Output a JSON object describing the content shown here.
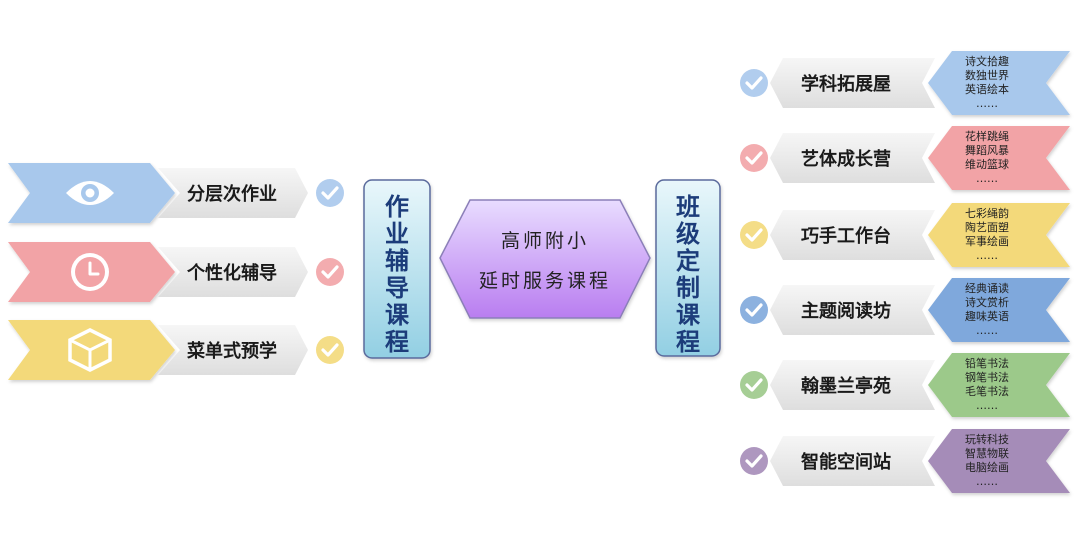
{
  "center": {
    "line1": "高师附小",
    "line2": "延时服务课程",
    "fill_top": "#e8dcff",
    "fill_bottom": "#b97df0"
  },
  "left_header": {
    "label": "作业辅导课程"
  },
  "right_header": {
    "label": "班级定制课程"
  },
  "left_items": [
    {
      "label": "分层次作业",
      "icon": "eye-icon",
      "color": "#a8c8ec"
    },
    {
      "label": "个性化辅导",
      "icon": "clock-icon",
      "color": "#f2a3a6"
    },
    {
      "label": "菜单式预学",
      "icon": "cube-icon",
      "color": "#f3d97a"
    }
  ],
  "right_items": [
    {
      "label": "学科拓展屋",
      "color": "#a8c8ec",
      "lines": [
        "诗文拾趣",
        "数独世界",
        "英语绘本",
        "……"
      ]
    },
    {
      "label": "艺体成长营",
      "color": "#f2a3a6",
      "lines": [
        "花样跳绳",
        "舞蹈风暴",
        "维动篮球",
        "……"
      ]
    },
    {
      "label": "巧手工作台",
      "color": "#f3d97a",
      "lines": [
        "七彩绳韵",
        "陶艺面塑",
        "军事绘画",
        "……"
      ]
    },
    {
      "label": "主题阅读坊",
      "color": "#7fa8dc",
      "lines": [
        "经典诵读",
        "诗文赏析",
        "趣味英语",
        "……"
      ]
    },
    {
      "label": "翰墨兰亭苑",
      "color": "#9cc98a",
      "lines": [
        "铅笔书法",
        "钢笔书法",
        "毛笔书法",
        "……"
      ]
    },
    {
      "label": "智能空间站",
      "color": "#a58cb8",
      "lines": [
        "玩转科技",
        "智慧物联",
        "电脑绘画",
        "……"
      ]
    }
  ],
  "colors": {
    "grey_banner": "#ececec",
    "header_top": "#e9f7fb",
    "header_bottom": "#92cfe3",
    "header_border": "#5a6b9c"
  }
}
